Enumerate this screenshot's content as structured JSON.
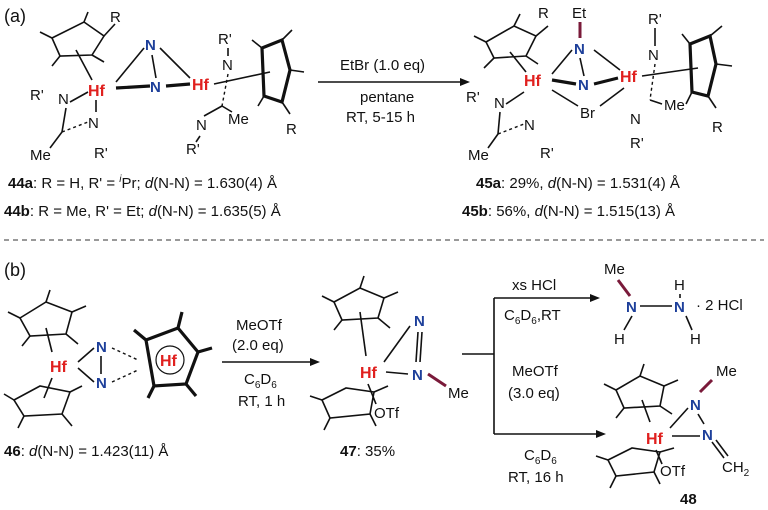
{
  "panel_a": {
    "label": "(a)",
    "arrow_top": "EtBr (1.0 eq)",
    "arrow_mid": "pentane",
    "arrow_bottom": "RT, 5-15 h",
    "left_line1": {
      "id": "44a",
      "text": ": R = H, R' = ",
      "sup": "i",
      "rest": "Pr; ",
      "d": "d",
      "tail": "(N-N) = 1.630(4) Å"
    },
    "left_line2": {
      "id": "44b",
      "text": ": R = Me, R' = Et; ",
      "d": "d",
      "tail": "(N-N) = 1.635(5) Å"
    },
    "right_line1": {
      "id": "45a",
      "text": ": 29%, ",
      "d": "d",
      "tail": "(N-N) = 1.531(4) Å"
    },
    "right_line2": {
      "id": "45b",
      "text": ": 56%, ",
      "d": "d",
      "tail": "(N-N) = 1.515(13) Å"
    },
    "atoms": {
      "hf": "Hf",
      "n": "N",
      "r": "R",
      "rp": "R'",
      "me": "Me",
      "et": "Et",
      "br": "Br"
    }
  },
  "panel_b": {
    "label": "(b)",
    "arrow1_line1": "MeOTf",
    "arrow1_line2": "(2.0 eq)",
    "arrow1_line3": "C6D6",
    "arrow1_line4": "RT, 1 h",
    "upper_arrow_top": "xs HCl",
    "upper_arrow_bottom": "C6D6,RT",
    "lower_arrow_line1": "MeOTf",
    "lower_arrow_line2": "(3.0 eq)",
    "lower_arrow_line3": "C6D6",
    "lower_arrow_line4": "RT, 16 h",
    "label46": {
      "id": "46",
      "text": ": ",
      "d": "d",
      "tail": "(N-N) = 1.423(11) Å"
    },
    "label47": {
      "id": "47",
      "text": ": 35%"
    },
    "label48": "48",
    "hcl": "· 2 HCl",
    "atoms": {
      "hf": "Hf",
      "n": "N",
      "h": "H",
      "me": "Me",
      "otf": "OTf",
      "ch2": "CH",
      "sub2": "2"
    }
  },
  "colors": {
    "hf": "#e0201e",
    "n": "#1d3f9a",
    "methyl_bond": "#7a1a3a"
  }
}
